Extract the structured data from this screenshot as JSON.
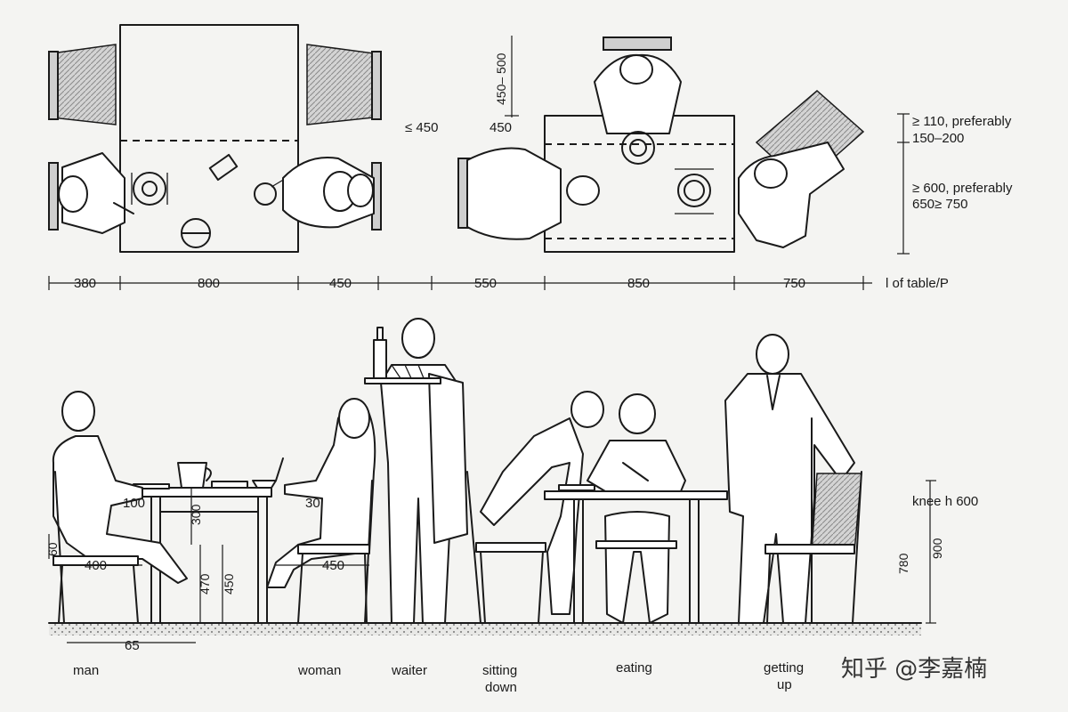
{
  "plan": {
    "dims_bottom": [
      "380",
      "800",
      "450",
      "550",
      "850",
      "750",
      "l of table/P"
    ],
    "dim_top_vertical": "450–\n500",
    "dim_le_450": "≤ 450",
    "dim_450": "450",
    "note_110": "≥ 110, preferably",
    "note_150": "150–200",
    "note_600": "≥ 600, preferably",
    "note_650": "650≥ 750"
  },
  "elevation": {
    "dim_100": "100",
    "dim_300": "300",
    "dim_30": "30",
    "dim_60": "60",
    "dim_400": "400",
    "dim_470": "470",
    "dim_450a": "450",
    "dim_450b": "450",
    "dim_65": "65",
    "knee": "knee h 600",
    "dim_780": "780",
    "dim_900": "900"
  },
  "captions": {
    "man": "man",
    "woman": "woman",
    "waiter": "waiter",
    "sitting_1": "sitting",
    "sitting_2": "down",
    "eating": "eating",
    "getting_1": "getting",
    "getting_2": "up"
  },
  "watermark": "知乎 @李嘉楠"
}
